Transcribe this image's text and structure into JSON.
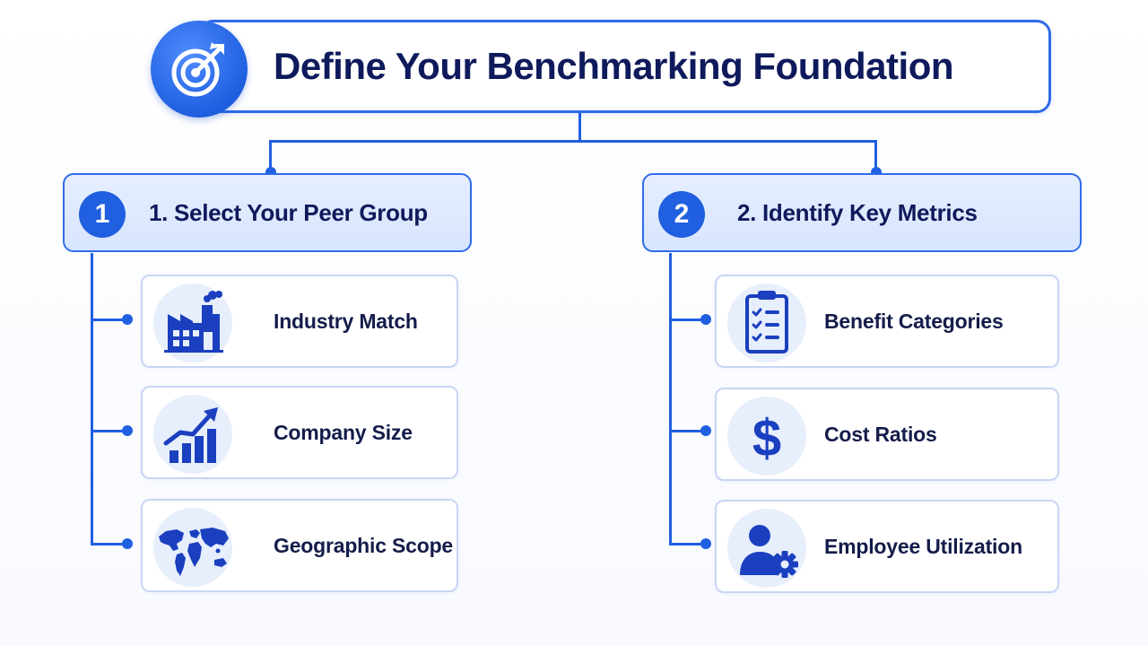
{
  "title": "Define Your Benchmarking Foundation",
  "title_icon": "target-icon",
  "colors": {
    "accent": "#1f5fe0",
    "title_text": "#0f1a5c",
    "header_fill": "#dce7ff",
    "item_border": "#c7d6f5"
  },
  "sections": [
    {
      "number": "1",
      "title": "1. Select Your Peer Group",
      "items": [
        {
          "label": "Industry Match",
          "icon": "factory-icon"
        },
        {
          "label": "Company Size",
          "icon": "growth-chart-icon"
        },
        {
          "label": "Geographic Scope",
          "icon": "world-map-icon"
        }
      ]
    },
    {
      "number": "2",
      "title": "2. Identify Key Metrics",
      "items": [
        {
          "label": "Benefit Categories",
          "icon": "checklist-icon"
        },
        {
          "label": "Cost Ratios",
          "icon": "dollar-icon"
        },
        {
          "label": "Employee Utilization",
          "icon": "user-gear-icon"
        }
      ]
    }
  ]
}
